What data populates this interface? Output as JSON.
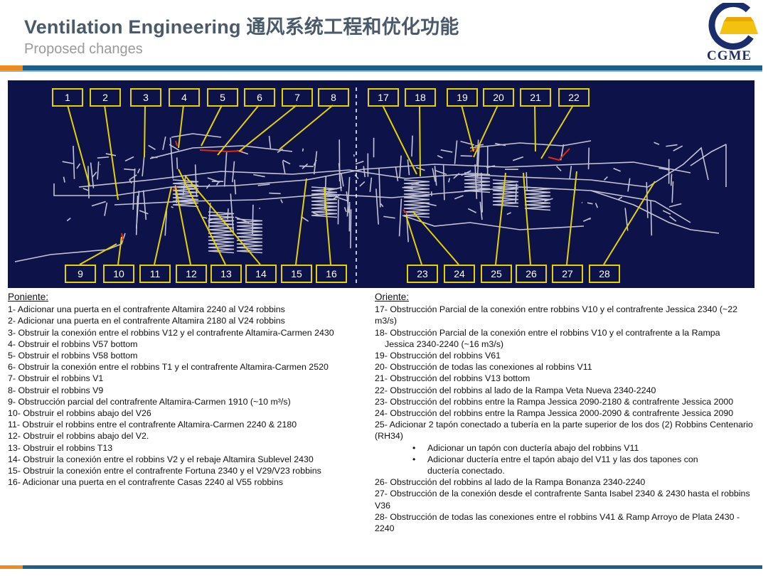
{
  "header": {
    "title": "Ventilation Engineering 通风系统工程和优化功能",
    "subtitle": "Proposed changes",
    "logo_text": "CGME"
  },
  "colors": {
    "title": "#4a5a6a",
    "accent_orange": "#f08a1c",
    "accent_blue": "#1c5f8a",
    "panel_bg": "#0d1248",
    "label_border": "#e5d200"
  },
  "diagram": {
    "top_labels": [
      "1",
      "2",
      "3",
      "4",
      "5",
      "6",
      "7",
      "8",
      "17",
      "18",
      "19",
      "20",
      "21",
      "22"
    ],
    "bottom_labels": [
      "9",
      "10",
      "11",
      "12",
      "13",
      "14",
      "15",
      "16",
      "23",
      "24",
      "25",
      "26",
      "27",
      "28"
    ]
  },
  "poniente": {
    "heading": "Poniente:",
    "items": [
      "1- Adicionar una puerta en el  contrafrente Altamira 2240 al V24 robbins",
      "2- Adicionar una puerta en el  contrafrente Altamira 2180 al V24 robbins",
      "3- Obstruir la conexión entre el robbins V12 y el  contrafrente Altamira-Carmen 2430",
      "4- Obstruir el  robbins V57 bottom",
      "5- Obstruir el robbins V58 bottom",
      "6- Obstruir la conexión entre el robbins T1 y el contrafrente Altamira-Carmen 2520",
      "7- Obstruir el robbins V1",
      "8- Obstruir el robbins V9",
      "9- Obstrucción parcial del contrafrente Altamira-Carmen 1910 (~10 m³/s)",
      "10- Obstruir el robbins abajo del V26",
      "11- Obstruir el robbins entre el  contrafrente Altamira-Carmen 2240 & 2180",
      "12- Obstruir el robbins abajo del V2.",
      "13- Obstruir el robbins T13",
      "14- Obstruir la conexión entre el robbins V2 y el rebaje Altamira Sublevel 2430",
      "15- Obstruir la conexión entre el contrafrente Fortuna 2340 y el V29/V23 robbins",
      "16- Adicionar una puerta en el contrafrente Casas 2240 al V55 robbins"
    ]
  },
  "oriente": {
    "heading": "Oriente:",
    "item17": "17- Obstrucción Parcial de la conexión entre robbins V10 y el contrafrente Jessica 2340 (~22 m3/s)",
    "item18": "18- Obstrucción Parcial de la conexión entre el robbins V10 y el  contrafrente a la Rampa",
    "item18_cont": "Jessica 2340-2240 (~16 m3/s)",
    "items_a": [
      "19- Obstrucción del robbins V61",
      "20- Obstrucción de todas las conexiones al robbins V11",
      "21- Obstrucción del  robbins V13 bottom",
      "22- Obstrucción del  robbins al lado de la  Rampa Veta Nueva 2340-2240",
      "23- Obstrucción del robbins entre la Rampa Jessica 2090-2180 & contrafrente Jessica 2000",
      "24- Obstrucción del robbins entre la Rampa Jessica 2000-2090 & contrafrente Jessica 2090",
      "25- Adicionar  2 tapón conectado a tubería en la parte superior de los dos (2) Robbins Centenario (RH34)"
    ],
    "bullet1": "Adicionar un tapón con ductería abajo del robbins V11",
    "bullet2": "Adicionar ductería entre el tapón abajo del  V11 y las dos  tapones con",
    "bullet2_cont": "ductería conectado.",
    "items_b": [
      "26- Obstrucción del robbins al lado de la  Rampa Bonanza 2340-2240",
      "27- Obstrucción de la conexión desde el contrafrente Santa Isabel 2340 & 2430 hasta el robbins V36",
      "28- Obstrucción de todas las conexiones entre el robbins V41 & Ramp Arroyo de Plata 2430 - 2240"
    ]
  }
}
